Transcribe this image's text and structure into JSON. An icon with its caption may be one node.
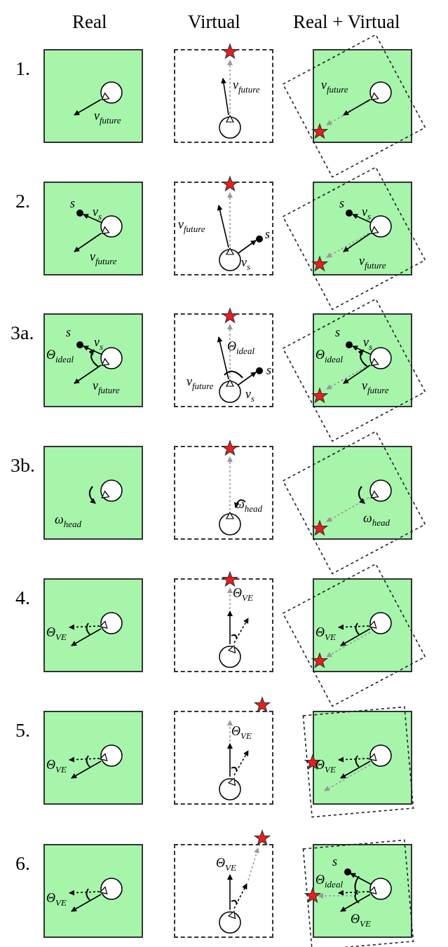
{
  "diagram": {
    "nodes": [
      {
        "text": [
          "v$_{future}$"
        ]
      },
      {
        "text": [
          "v$_{future}$"
        ]
      },
      {
        "text": [
          "v$_{future}$"
        ]
      },
      {
        "text": [
          "s",
          "v$_{s}$",
          "v$_{future}$"
        ]
      },
      {
        "text": [
          "s",
          "v$_{future}$",
          "v$_{s}$"
        ]
      },
      {
        "text": [
          "s",
          "v$_{s}$",
          "v$_{future}$"
        ]
      },
      {
        "text": [
          "s",
          "v$_{s}$",
          "Θ$_{ideal}$",
          "v$_{future}$"
        ]
      },
      {
        "text": [
          "Θ$_{ideal}$",
          "s",
          "v$_{future}$",
          "v$_{s}$"
        ]
      },
      {
        "text": [
          "s",
          "v$_{s}$",
          "Θ$_{ideal}$",
          "v$_{future}$"
        ]
      },
      {
        "text": [
          "ω$_{head}$"
        ]
      },
      {
        "text": [
          "ω$_{head}$"
        ]
      },
      {
        "text": [
          "ω$_{head}$"
        ]
      },
      {
        "text": [
          "Θ$_{VE}$"
        ]
      },
      {
        "text": [
          "Θ$_{VE}$"
        ]
      },
      {
        "text": [
          "Θ$_{VE}$"
        ]
      },
      {
        "text": [
          "Θ$_{VE}$"
        ]
      },
      {
        "text": [
          "Θ$_{VE}$"
        ]
      },
      {
        "text": [
          "Θ$_{VE}$"
        ]
      },
      {
        "text": [
          "Θ$_{VE}$"
        ]
      },
      {
        "text": [
          "Θ$_{VE}$"
        ]
      },
      {
        "text": [
          "s",
          "Θ$_{ideal}$",
          "Θ$_{VE}$"
        ]
      }
    ],
    "labels": [
      "Real",
      "Virtual",
      "Real + Virtual",
      "1.",
      "2.",
      "3a.",
      "3b.",
      "4.",
      "5.",
      "6."
    ]
  }
}
